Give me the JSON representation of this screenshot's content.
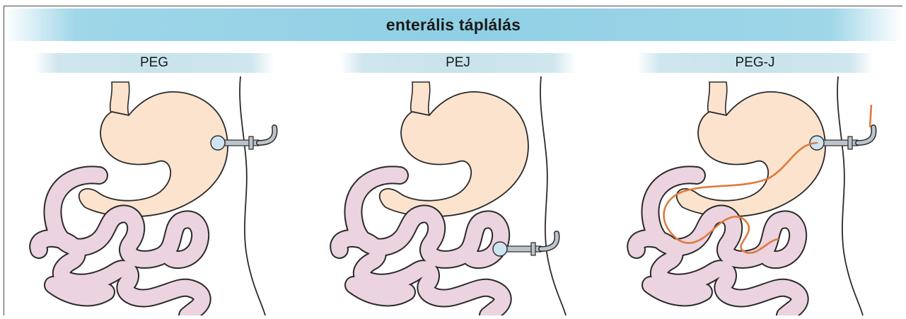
{
  "header": {
    "title": "enterális táplálás"
  },
  "panels": [
    {
      "label": "PEG",
      "tube_type": "gastrostomy"
    },
    {
      "label": "PEJ",
      "tube_type": "jejunostomy"
    },
    {
      "label": "PEG-J",
      "tube_type": "gastro-jejunal"
    }
  ],
  "colors": {
    "banner": "#8fd0e6",
    "sub_banner": "#c8e3ec",
    "stomach": "#fbe3cd",
    "intestine": "#ecd3e0",
    "outline": "#2a2a2a",
    "tube": "#bcc4cb",
    "balloon": "#cfe3f1",
    "jejunal_tube": "#e07a3c"
  }
}
